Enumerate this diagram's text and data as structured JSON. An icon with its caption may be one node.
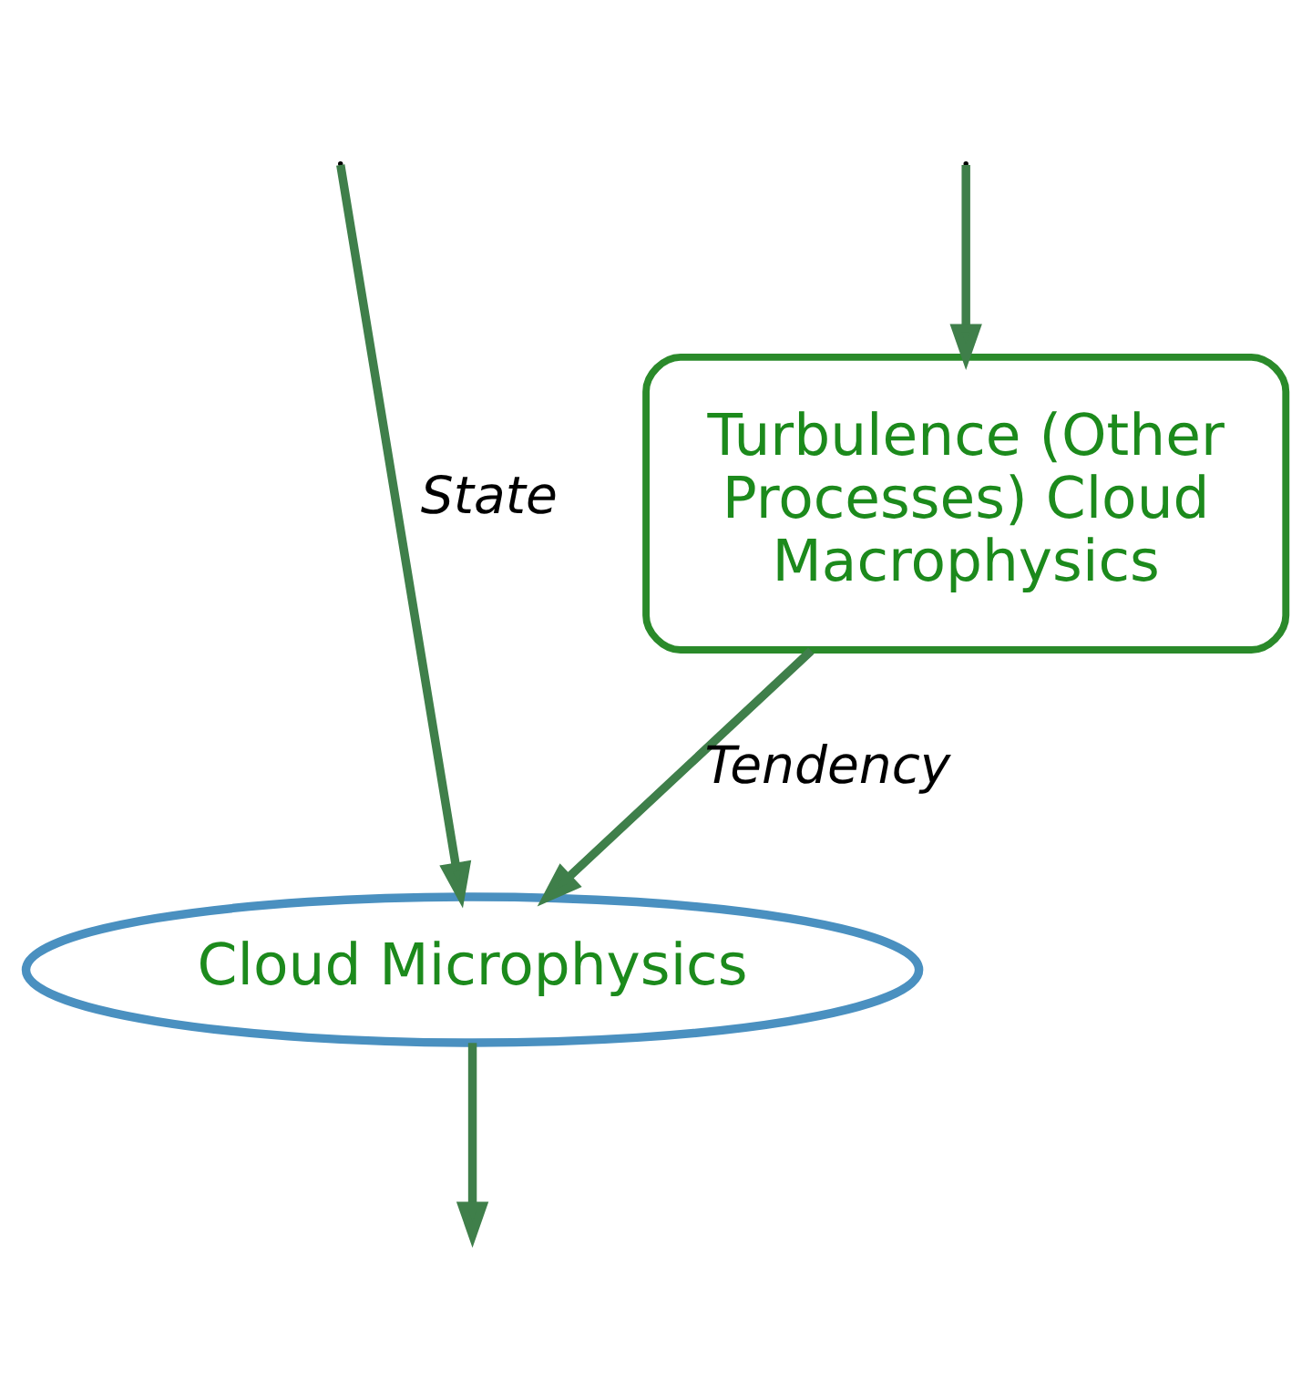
{
  "diagram": {
    "nodes": [
      {
        "text": [
          "Turbulence (Other Processes) Cloud Macrophysics"
        ]
      },
      {
        "text": [
          "Cloud Microphysics"
        ]
      }
    ],
    "edges": [
      {
        "from": null,
        "to": 0,
        "arrow": "to"
      },
      {
        "from": null,
        "to": 1,
        "arrow": "to",
        "label": "State"
      },
      {
        "from": 0,
        "to": 1,
        "arrow": "to",
        "label": "Tendency"
      },
      {
        "from": 1,
        "to": null,
        "arrow": "to"
      }
    ]
  }
}
